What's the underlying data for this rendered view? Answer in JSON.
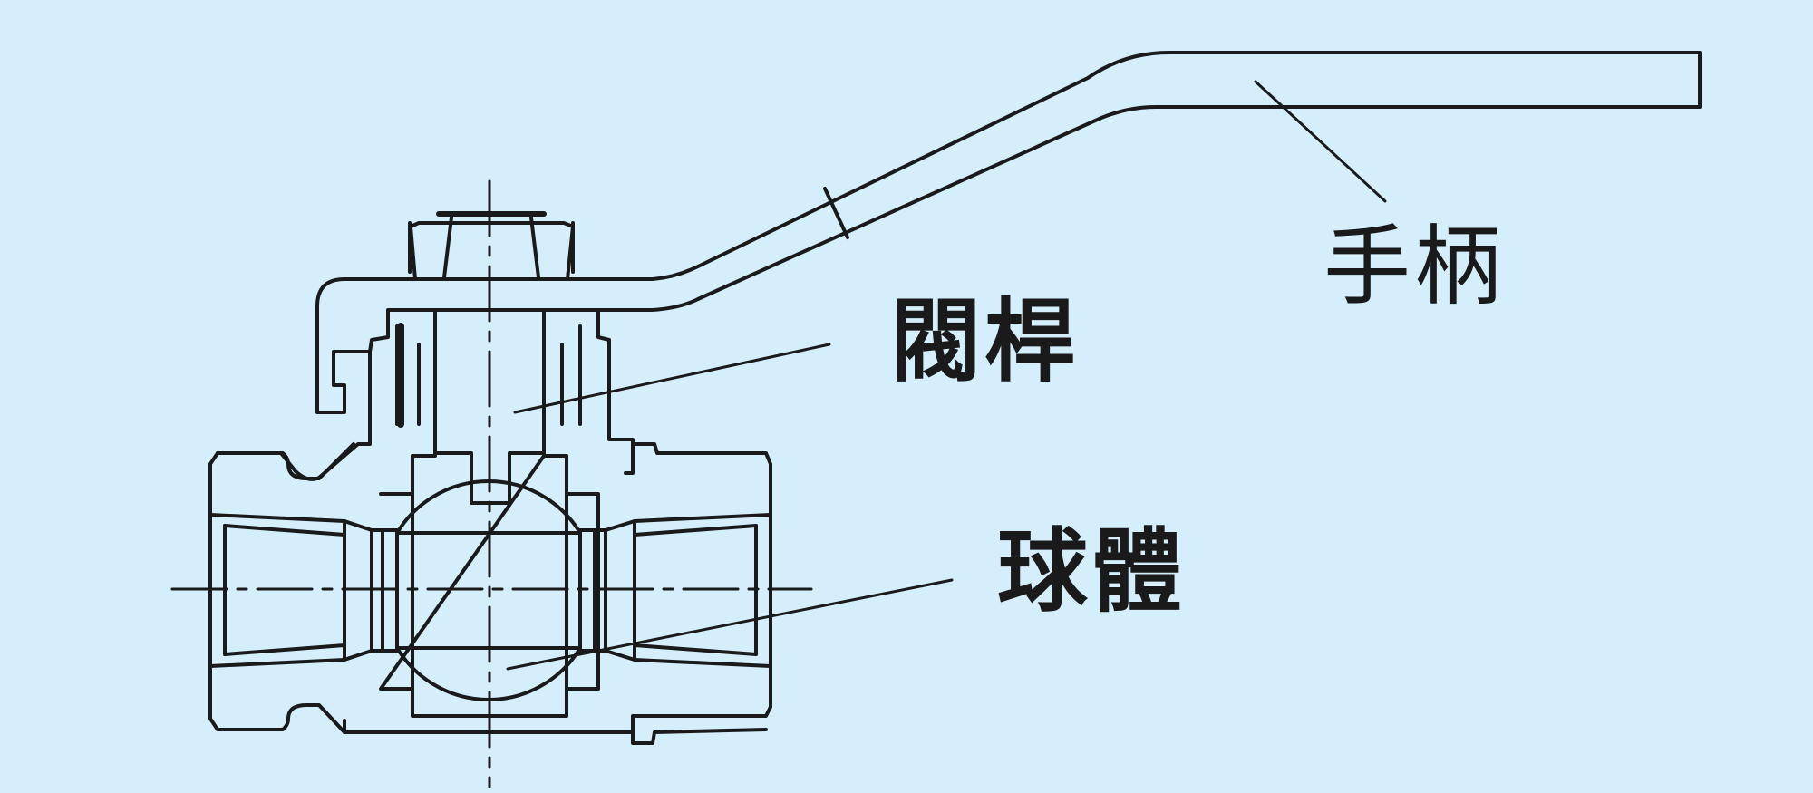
{
  "labels": {
    "handle": "手柄",
    "stem": "閥桿",
    "ball": "球體"
  },
  "colors": {
    "background": "#d4effb",
    "line": "#1a1a1a"
  }
}
